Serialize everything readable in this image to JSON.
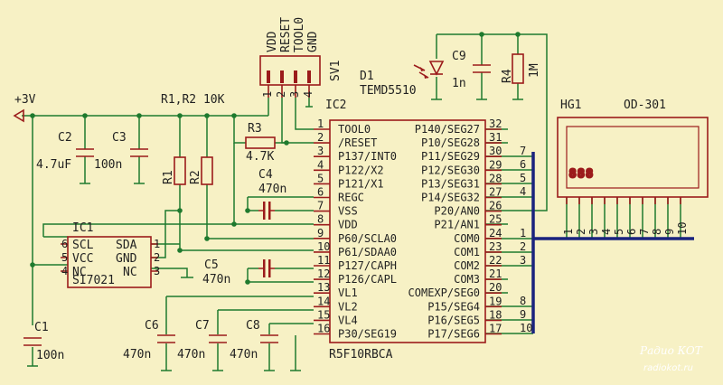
{
  "labels": {
    "supply": "+3V",
    "r1r2": "R1,R2  10K",
    "c2": "C2",
    "c2_val": "4.7uF",
    "c3": "C3",
    "c3_val": "100n",
    "r1": "R1",
    "r2": "R2",
    "r3": "R3",
    "r3_val": "4.7K",
    "c4": "C4",
    "c4_val": "470n",
    "c5": "C5",
    "c5_val": "470n",
    "c1": "C1",
    "c1_val": "100n",
    "c6": "C6",
    "c6_val": "470n",
    "c7": "C7",
    "c7_val": "470n",
    "c8": "C8",
    "c8_val": "470n",
    "c9": "C9",
    "c9_val": "1n",
    "r4": "R4",
    "r4_val": "1M",
    "d1": "D1",
    "d1_val": "TEMD5510",
    "sv1": "SV1",
    "hg1": "HG1",
    "hg1_val": "OD-301",
    "ic1": "IC1",
    "ic1_val": "SI7021",
    "ic2": "IC2",
    "ic2_val": "R5F10RBCA",
    "display_digits": "888"
  },
  "sv1_pins": [
    "VDD",
    "RESET",
    "TOOL0",
    "GND"
  ],
  "sv1_pin_numbers": [
    "1",
    "2",
    "3",
    "4"
  ],
  "ic1_pins": {
    "left_numbers": [
      "6",
      "5",
      "4"
    ],
    "left_names": [
      "SCL",
      "VCC",
      "NC"
    ],
    "right_names": [
      "SDA",
      "GND",
      "NC"
    ],
    "right_numbers": [
      "1",
      "2",
      "3"
    ]
  },
  "ic2_left_names": [
    "TOOL0",
    "/RESET",
    "P137/INT0",
    "P122/X2",
    "P121/X1",
    "REGC",
    "VSS",
    "VDD",
    "P60/SCLA0",
    "P61/SDAA0",
    "P127/CAPH",
    "P126/CAPL",
    "VL1",
    "VL2",
    "VL4",
    "P30/SEG19"
  ],
  "ic2_left_numbers": [
    "1",
    "2",
    "3",
    "4",
    "5",
    "6",
    "7",
    "8",
    "9",
    "10",
    "11",
    "12",
    "13",
    "14",
    "15",
    "16"
  ],
  "ic2_right_names": [
    "P140/SEG27",
    "P10/SEG28",
    "P11/SEG29",
    "P12/SEG30",
    "P13/SEG31",
    "P14/SEG32",
    "P20/AN0",
    "P21/AN1",
    "COM0",
    "COM1",
    "COM2",
    "COM3",
    "COMEXP/SEG0",
    "P15/SEG4",
    "P16/SEG5",
    "P17/SEG6"
  ],
  "ic2_right_numbers": [
    "32",
    "31",
    "30",
    "29",
    "28",
    "27",
    "26",
    "25",
    "24",
    "23",
    "22",
    "21",
    "20",
    "19",
    "18",
    "17"
  ],
  "bus_labels": [
    "7",
    "6",
    "5",
    "4",
    "1",
    "2",
    "3",
    "8",
    "9",
    "10"
  ],
  "display_pins": [
    "1",
    "2",
    "3",
    "4",
    "5",
    "6",
    "7",
    "8",
    "9",
    "10"
  ],
  "watermark": {
    "logo": "Радио КОТ",
    "site": "radiokot.ru"
  },
  "colors": {
    "background": "#f7f1c5",
    "wire": "#1f7a2e",
    "component": "#9b1b1b",
    "bus": "#1a237e",
    "text": "#222222"
  }
}
